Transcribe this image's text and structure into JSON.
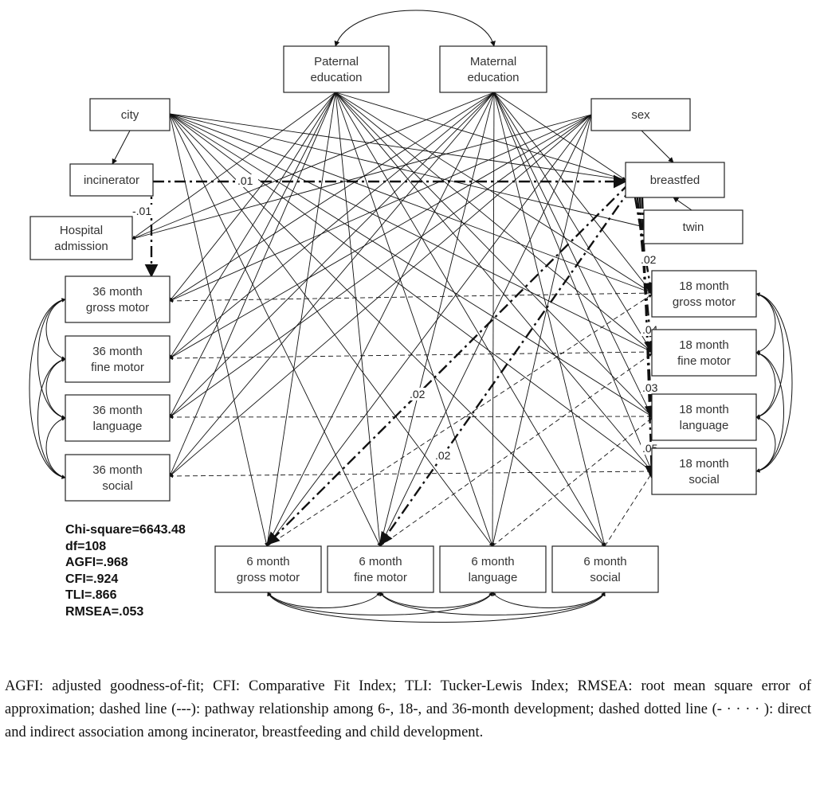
{
  "diagram": {
    "nodes": {
      "paternal": [
        "Paternal",
        "education"
      ],
      "maternal": [
        "Maternal",
        "education"
      ],
      "city": [
        "city"
      ],
      "sex": [
        "sex"
      ],
      "incinerator": [
        "incinerator"
      ],
      "breastfed": [
        "breastfed"
      ],
      "hospital": [
        "Hospital",
        "admission"
      ],
      "twin": [
        "twin"
      ],
      "m36_gross": [
        "36 month",
        "gross motor"
      ],
      "m36_fine": [
        "36 month",
        "fine motor"
      ],
      "m36_lang": [
        "36 month",
        "language"
      ],
      "m36_social": [
        "36 month",
        "social"
      ],
      "m18_gross": [
        "18 month",
        "gross motor"
      ],
      "m18_fine": [
        "18 month",
        "fine motor"
      ],
      "m18_lang": [
        "18 month",
        "language"
      ],
      "m18_social": [
        "18 month",
        "social"
      ],
      "m6_gross": [
        "6 month",
        "gross motor"
      ],
      "m6_fine": [
        "6 month",
        "fine motor"
      ],
      "m6_lang": [
        "6 month",
        "language"
      ],
      "m6_social": [
        "6 month",
        "social"
      ]
    },
    "edge_labels": {
      "inc_bf": ".01",
      "inc_36": "-.01",
      "bf_18gross": ".02",
      "bf_18fine": ".04",
      "bf_18lang": ".03",
      "bf_18social": ".05",
      "bf_6gross": ".02",
      "bf_6fine": ".02"
    }
  },
  "fit_stats": [
    "Chi-square=6643.48",
    "df=108",
    "AGFI=.968",
    "CFI=.924",
    "TLI=.866",
    "RMSEA=.053"
  ],
  "caption": "AGFI: adjusted goodness-of-fit; CFI: Comparative Fit Index; TLI: Tucker-Lewis Index; RMSEA: root mean square error of approximation; dashed line (---): pathway relationship among 6-, 18-, and 36-month development; dashed dotted line (- · · · · ): direct and indirect association among incinerator, breastfeeding and child development."
}
